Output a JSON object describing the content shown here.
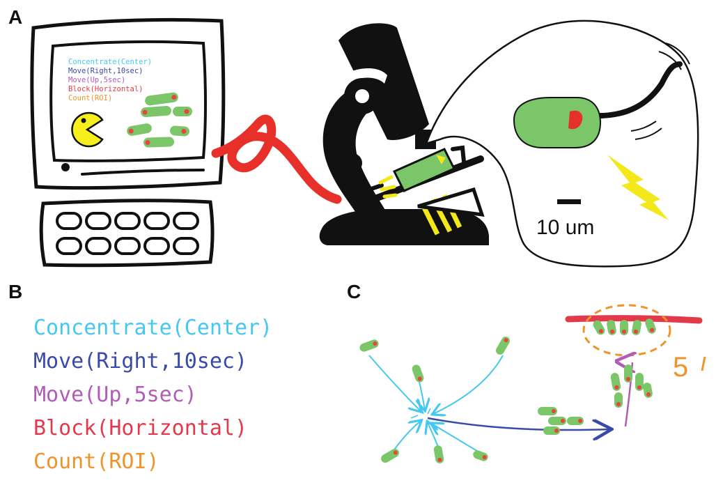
{
  "panels": {
    "a": "A",
    "b": "B",
    "c": "C"
  },
  "commands": [
    {
      "text": "Concentrate(Center)",
      "color": "#44c8f0"
    },
    {
      "text": "Move(Right,10sec)",
      "color": "#3a4aa8"
    },
    {
      "text": "Move(Up,5sec)",
      "color": "#b05cb8"
    },
    {
      "text": "Block(Horizontal)",
      "color": "#e23a4a"
    },
    {
      "text": "Count(ROI)",
      "color": "#f0932b"
    }
  ],
  "scale_bar": "10 um",
  "count_label": "5",
  "colors": {
    "cell_green": "#7cc66a",
    "cell_dot": "#e8453c",
    "cable_red": "#e8302a",
    "light_yellow": "#f2e81a",
    "pacman": "#f7ef1c",
    "outline": "#111111"
  }
}
